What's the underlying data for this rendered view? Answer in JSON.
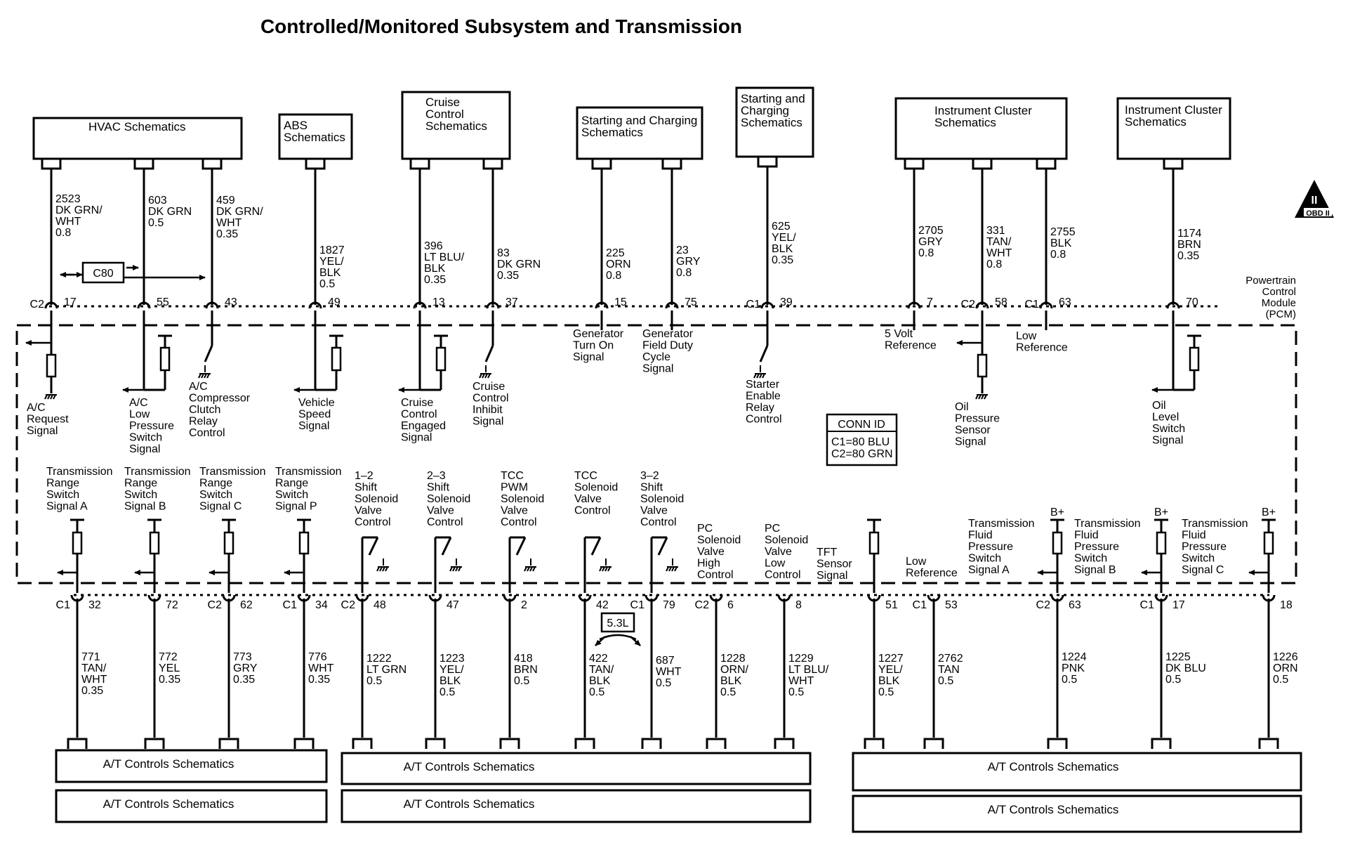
{
  "title": "Controlled/Monitored Subsystem and Transmission",
  "top_boxes": [
    {
      "id": "hvac",
      "lines": [
        "HVAC Schematics"
      ]
    },
    {
      "id": "abs",
      "lines": [
        "ABS",
        "Schematics"
      ]
    },
    {
      "id": "cruise",
      "lines": [
        "Cruise",
        "Control",
        "Schematics"
      ]
    },
    {
      "id": "sc1",
      "lines": [
        "Starting and Charging",
        "Schematics"
      ]
    },
    {
      "id": "sc2",
      "lines": [
        "Starting and",
        "Charging",
        "Schematics"
      ]
    },
    {
      "id": "ic1",
      "lines": [
        "Instrument Cluster",
        "Schematics"
      ]
    },
    {
      "id": "ic2",
      "lines": [
        "Instrument Cluster",
        "Schematics"
      ]
    }
  ],
  "top_wires": [
    {
      "lines": [
        "2523",
        "DK GRN/",
        "WHT",
        "0.8"
      ],
      "conn": "C2",
      "pin": "17"
    },
    {
      "lines": [
        "603",
        "DK GRN",
        "0.5"
      ],
      "conn": "",
      "pin": "55"
    },
    {
      "lines": [
        "459",
        "DK GRN/",
        "WHT",
        "0.35"
      ],
      "conn": "",
      "pin": "43"
    },
    {
      "lines": [
        "1827",
        "YEL/",
        "BLK",
        "0.5"
      ],
      "conn": "",
      "pin": "49"
    },
    {
      "lines": [
        "396",
        "LT BLU/",
        "BLK",
        "0.35"
      ],
      "conn": "",
      "pin": "13"
    },
    {
      "lines": [
        "83",
        "DK GRN",
        "0.35"
      ],
      "conn": "",
      "pin": "37"
    },
    {
      "lines": [
        "225",
        "ORN",
        "0.8"
      ],
      "conn": "",
      "pin": "15"
    },
    {
      "lines": [
        "23",
        "GRY",
        "0.8"
      ],
      "conn": "",
      "pin": "75"
    },
    {
      "lines": [
        "625",
        "YEL/",
        "BLK",
        "0.35"
      ],
      "conn": "C1",
      "pin": "39"
    },
    {
      "lines": [
        "2705",
        "GRY",
        "0.8"
      ],
      "conn": "",
      "pin": "7"
    },
    {
      "lines": [
        "331",
        "TAN/",
        "WHT",
        "0.8"
      ],
      "conn": "C2",
      "pin": "58"
    },
    {
      "lines": [
        "2755",
        "BLK",
        "0.8"
      ],
      "conn": "C1",
      "pin": "63"
    },
    {
      "lines": [
        "1174",
        "BRN",
        "0.35"
      ],
      "conn": "",
      "pin": "70"
    }
  ],
  "c80_label": "C80",
  "pcm_label": [
    "Powertrain",
    "Control",
    "Module",
    "(PCM)"
  ],
  "obd_label": "OBD II",
  "obd_numeral": "II",
  "top_signals": [
    [
      "A/C",
      "Request",
      "Signal"
    ],
    [
      "A/C",
      "Low",
      "Pressure",
      "Switch",
      "Signal"
    ],
    [
      "A/C",
      "Compressor",
      "Clutch",
      "Relay",
      "Control"
    ],
    [
      "Vehicle",
      "Speed",
      "Signal"
    ],
    [
      "Cruise",
      "Control",
      "Engaged",
      "Signal"
    ],
    [
      "Cruise",
      "Control",
      "Inhibit",
      "Signal"
    ],
    [
      "Generator",
      "Turn On",
      "Signal"
    ],
    [
      "Generator",
      "Field Duty",
      "Cycle",
      "Signal"
    ],
    [
      "Starter",
      "Enable",
      "Relay",
      "Control"
    ],
    [
      "5 Volt",
      "Reference"
    ],
    [
      "Oil",
      "Pressure",
      "Sensor",
      "Signal"
    ],
    [
      "Low",
      "Reference"
    ],
    [
      "Oil",
      "Level",
      "Switch",
      "Signal"
    ]
  ],
  "conn_id": {
    "title": "CONN ID",
    "lines": [
      "C1=80 BLU",
      "C2=80 GRN"
    ]
  },
  "bottom_signals": [
    [
      "Transmission",
      "Range",
      "Switch",
      "Signal A"
    ],
    [
      "Transmission",
      "Range",
      "Switch",
      "Signal B"
    ],
    [
      "Transmission",
      "Range",
      "Switch",
      "Signal C"
    ],
    [
      "Transmission",
      "Range",
      "Switch",
      "Signal P"
    ],
    [
      "1–2",
      "Shift",
      "Solenoid",
      "Valve",
      "Control"
    ],
    [
      "2–3",
      "Shift",
      "Solenoid",
      "Valve",
      "Control"
    ],
    [
      "TCC",
      "PWM",
      "Solenoid",
      "Valve",
      "Control"
    ],
    [
      "TCC",
      "Solenoid",
      "Valve",
      "Control"
    ],
    [
      "3–2",
      "Shift",
      "Solenoid",
      "Valve",
      "Control"
    ],
    [
      "PC",
      "Solenoid",
      "Valve",
      "High",
      "Control"
    ],
    [
      "PC",
      "Solenoid",
      "Valve",
      "Low",
      "Control"
    ],
    [
      "TFT",
      "Sensor",
      "Signal"
    ],
    [
      "Low",
      "Reference"
    ],
    [
      "Transmission",
      "Fluid",
      "Pressure",
      "Switch",
      "Signal A"
    ],
    [
      "Transmission",
      "Fluid",
      "Pressure",
      "Switch",
      "Signal B"
    ],
    [
      "Transmission",
      "Fluid",
      "Pressure",
      "Switch",
      "Signal C"
    ]
  ],
  "bplus_label": "B+",
  "bottom_wires": [
    {
      "lines": [
        "771",
        "TAN/",
        "WHT",
        "0.35"
      ],
      "conn": "C1",
      "pin": "32"
    },
    {
      "lines": [
        "772",
        "YEL",
        "0.35"
      ],
      "conn": "",
      "pin": "72"
    },
    {
      "lines": [
        "773",
        "GRY",
        "0.35"
      ],
      "conn": "C2",
      "pin": "62"
    },
    {
      "lines": [
        "776",
        "WHT",
        "0.35"
      ],
      "conn": "C1",
      "pin": "34"
    },
    {
      "lines": [
        "1222",
        "LT GRN",
        "0.5"
      ],
      "conn": "C2",
      "pin": "48"
    },
    {
      "lines": [
        "1223",
        "YEL/",
        "BLK",
        "0.5"
      ],
      "conn": "",
      "pin": "47"
    },
    {
      "lines": [
        "418",
        "BRN",
        "0.5"
      ],
      "conn": "",
      "pin": "2"
    },
    {
      "lines": [
        "422",
        "TAN/",
        "BLK",
        "0.5"
      ],
      "conn": "",
      "pin": "42"
    },
    {
      "lines": [
        "687",
        "WHT",
        "0.5"
      ],
      "conn": "C1",
      "pin": "79"
    },
    {
      "lines": [
        "1228",
        "ORN/",
        "BLK",
        "0.5"
      ],
      "conn": "C2",
      "pin": "6"
    },
    {
      "lines": [
        "1229",
        "LT BLU/",
        "WHT",
        "0.5"
      ],
      "conn": "",
      "pin": "8"
    },
    {
      "lines": [
        "1227",
        "YEL/",
        "BLK",
        "0.5"
      ],
      "conn": "",
      "pin": "51"
    },
    {
      "lines": [
        "2762",
        "TAN",
        "0.5"
      ],
      "conn": "C1",
      "pin": "53"
    },
    {
      "lines": [
        "1224",
        "PNK",
        "0.5"
      ],
      "conn": "C2",
      "pin": "63"
    },
    {
      "lines": [
        "1225",
        "DK BLU",
        "0.5"
      ],
      "conn": "C1",
      "pin": "17"
    },
    {
      "lines": [
        "1226",
        "ORN",
        "0.5"
      ],
      "conn": "",
      "pin": "18"
    }
  ],
  "engine_label": "5.3L",
  "bottom_boxes": [
    "A/T Controls Schematics",
    "A/T Controls Schematics",
    "A/T Controls Schematics",
    "A/T Controls Schematics",
    "A/T Controls Schematics",
    "A/T Controls Schematics"
  ]
}
